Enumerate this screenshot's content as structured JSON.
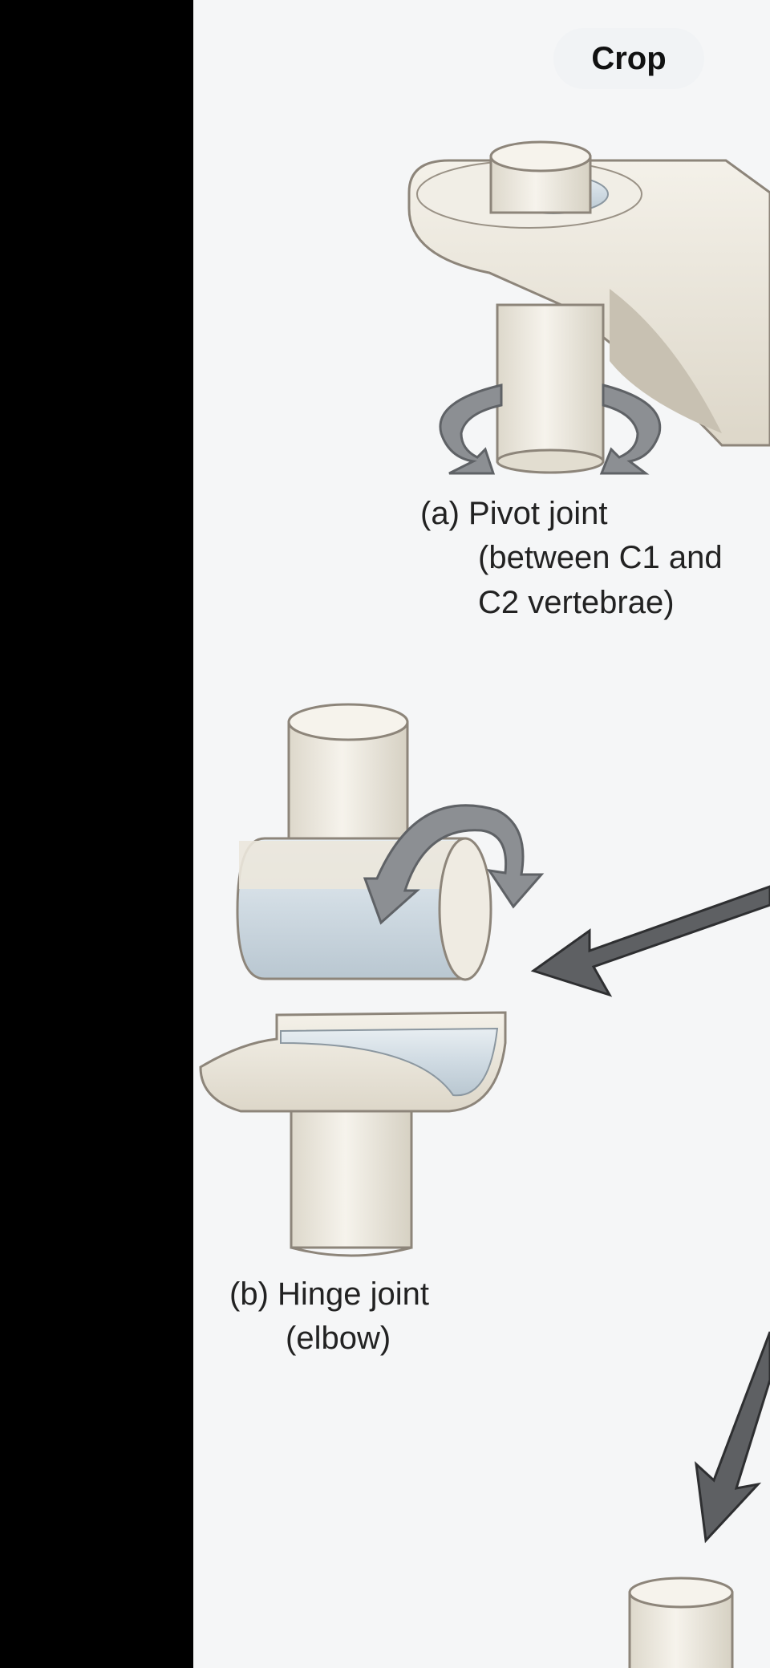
{
  "toolbar": {
    "crop_label": "Crop"
  },
  "figure": {
    "panels": [
      {
        "letter": "(a)",
        "title": "Pivot joint",
        "detail_lines": [
          "(between C1 and",
          "C2 vertebrae)"
        ]
      },
      {
        "letter": "(b)",
        "title": "Hinge joint",
        "detail_lines": [
          "(elbow)"
        ]
      }
    ]
  },
  "colors": {
    "canvas_background": "#f5f6f7",
    "bone": "#ebe7dc",
    "cartilage": "#cfd9e0",
    "arrow_gray": "#8c8f93",
    "pointer_arrow": "#5e6063"
  }
}
